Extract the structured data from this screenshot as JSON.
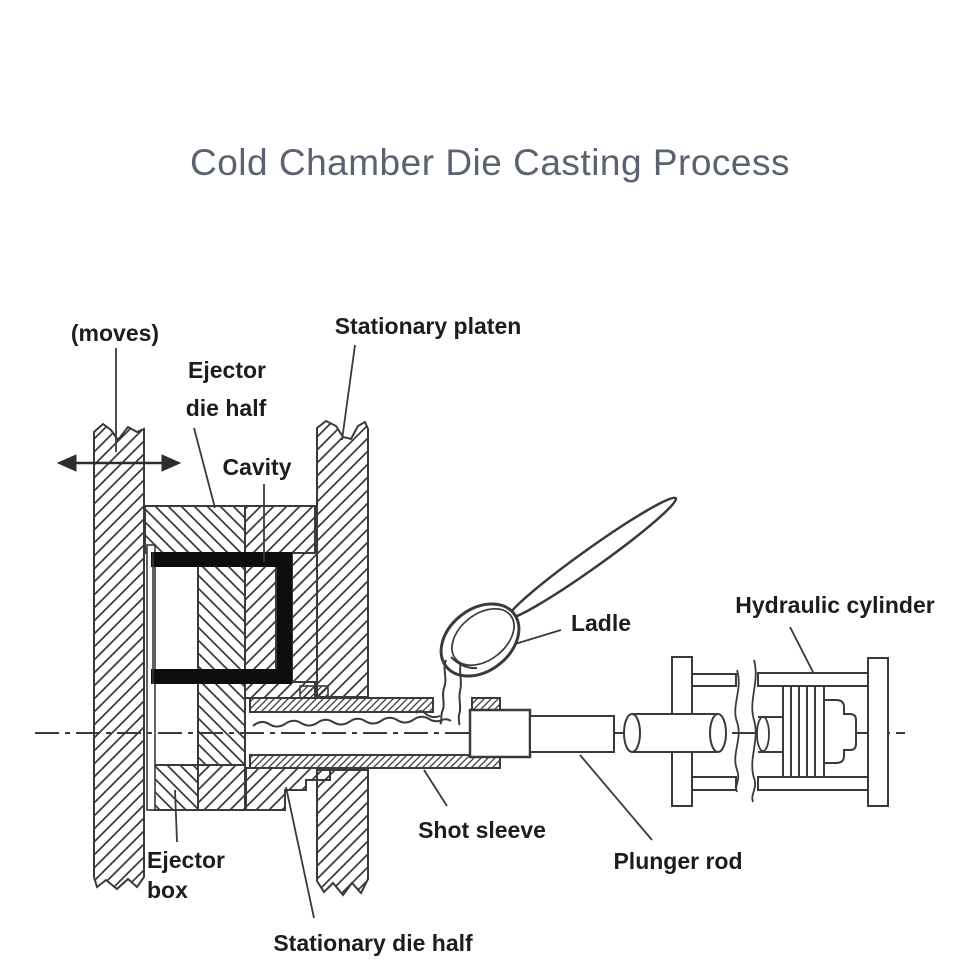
{
  "title": "Cold Chamber Die Casting Process",
  "diagram": {
    "labels": {
      "moves": "(moves)",
      "ejector_die_half_l1": "Ejector",
      "ejector_die_half_l2": "die half",
      "stationary_platen": "Stationary platen",
      "cavity": "Cavity",
      "ladle": "Ladle",
      "hydraulic_cylinder": "Hydraulic cylinder",
      "shot_sleeve": "Shot sleeve",
      "plunger_rod": "Plunger rod",
      "ejector_box_l1": "Ejector",
      "ejector_box_l2": "box",
      "stationary_die_half": "Stationary die half"
    },
    "colors": {
      "line": "#3a3a3a",
      "label_text": "#1d1d1d",
      "title_text": "#5b6270",
      "cavity_outline": "#0e0e0e",
      "background": "#ffffff"
    }
  }
}
